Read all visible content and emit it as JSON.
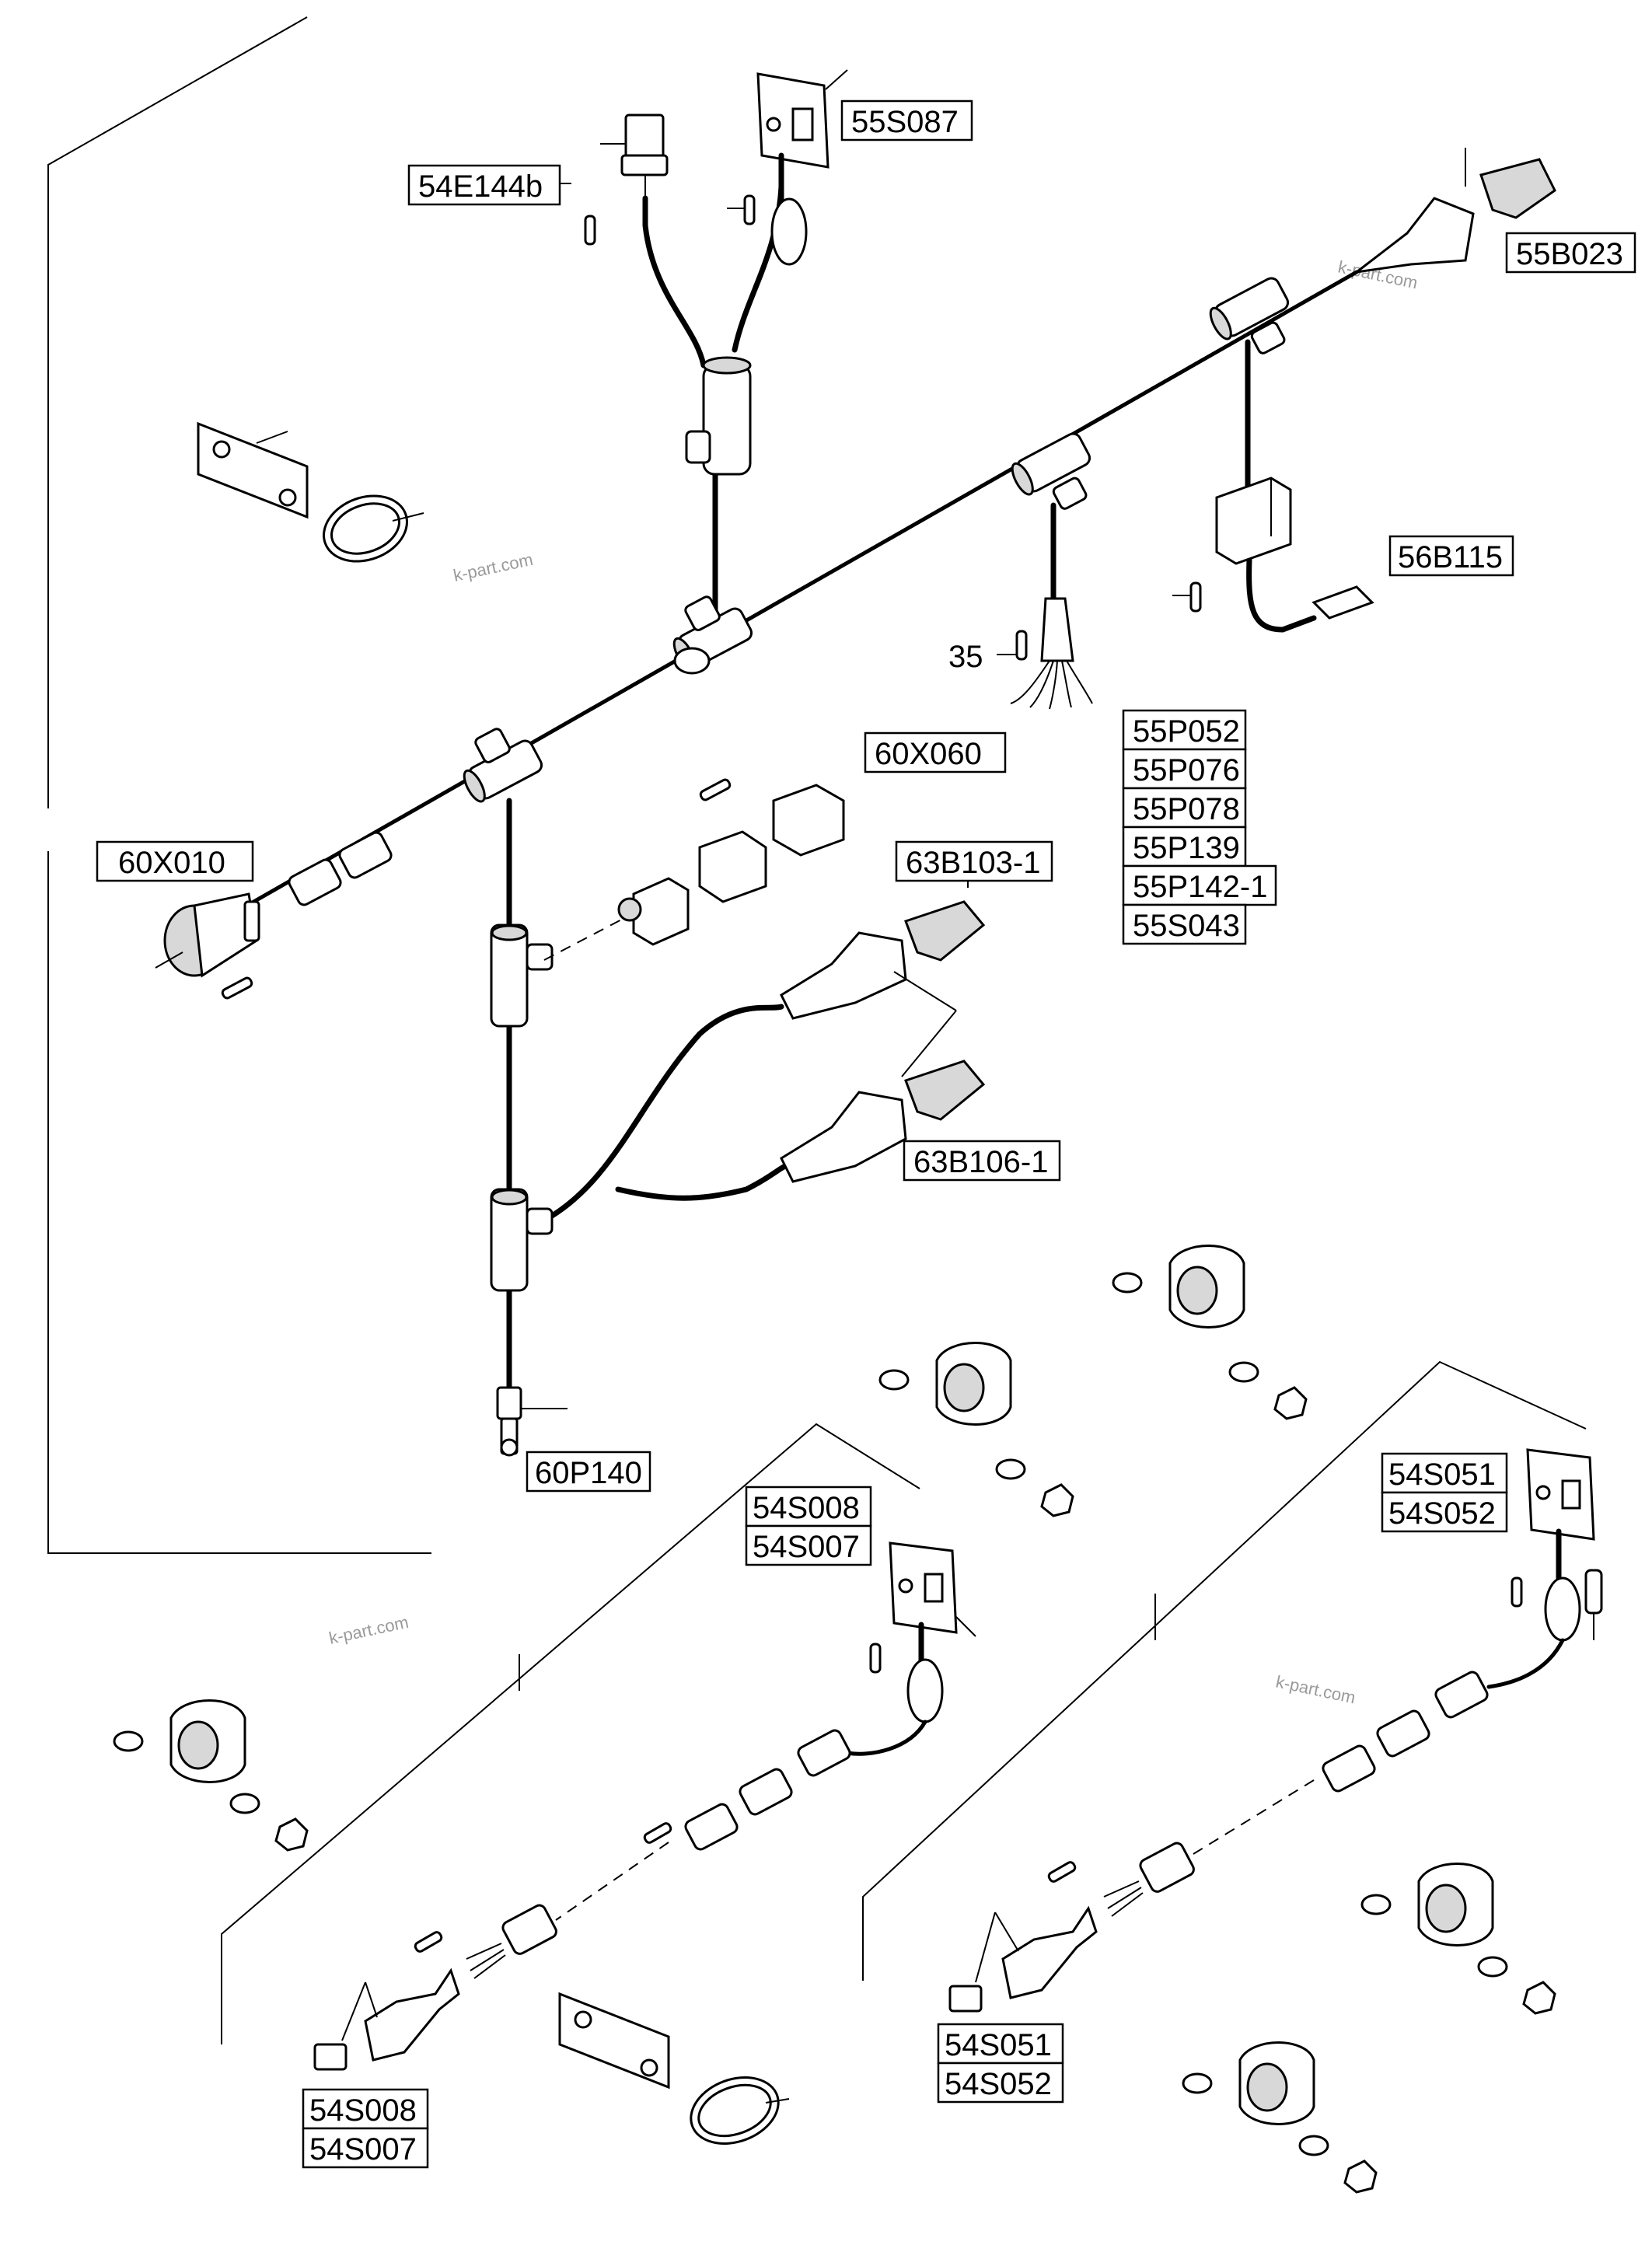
{
  "labels": {
    "l_55S087": "55S087",
    "l_54E144b": "54E144b",
    "l_55B023": "55B023",
    "l_56B115": "56B115",
    "l_35": "35",
    "l_55P052": "55P052",
    "l_55P076": "55P076",
    "l_55P078": "55P078",
    "l_55P139": "55P139",
    "l_55P142_1": "55P142-1",
    "l_55S043": "55S043",
    "l_60X060": "60X060",
    "l_60X010": "60X010",
    "l_63B103_1": "63B103-1",
    "l_63B106_1": "63B106-1",
    "l_60P140": "60P140",
    "l_54S008_a": "54S008",
    "l_54S007_a": "54S007",
    "l_54S051_a": "54S051",
    "l_54S052_a": "54S052",
    "l_54S051_b": "54S051",
    "l_54S052_b": "54S052",
    "l_54S008_b": "54S008",
    "l_54S007_b": "54S007"
  },
  "watermarks": [
    "k-part.com",
    "k-part.com",
    "k-part.com",
    "k-part.com"
  ]
}
